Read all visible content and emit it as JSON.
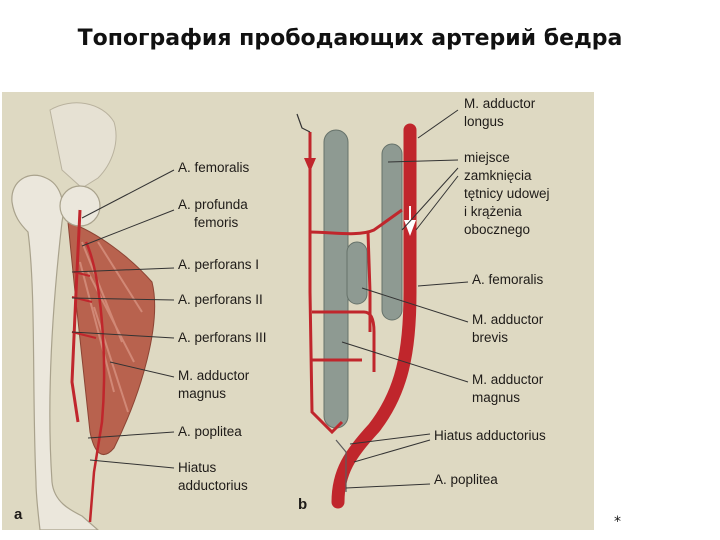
{
  "title": "Топография прободающих артерий бедра",
  "panel_a": {
    "letter": "a",
    "labels": {
      "femoralis": "A. femoralis",
      "profunda": [
        "A. profunda",
        "femoris"
      ],
      "perforans1": "A. perforans I",
      "perforans2": "A. perforans II",
      "perforans3": "A. perforans III",
      "adductor_magnus": [
        "M. adductor",
        "magnus"
      ],
      "poplitea": "A. poplitea",
      "hiatus": [
        "Hiatus",
        "adductorius"
      ]
    }
  },
  "panel_b": {
    "letter": "b",
    "labels": {
      "adductor_longus": [
        "M. adductor",
        "longus"
      ],
      "miejsce": [
        "miejsce",
        "zamknięcia",
        "tętnicy udowej",
        "i krążenia",
        "obocznego"
      ],
      "femoralis": "A. femoralis",
      "adductor_brevis": [
        "M. adductor",
        "brevis"
      ],
      "adductor_magnus": [
        "M. adductor",
        "magnus"
      ],
      "hiatus": "Hiatus adductorius",
      "poplitea": "A. poplitea"
    }
  },
  "footnote": "*",
  "colors": {
    "artery": "#c0262c",
    "muscle_gray": "#8e9a92",
    "bone": "#ebe7dc",
    "thigh_muscle": "#b8624e",
    "paper": "#ded9c2"
  }
}
